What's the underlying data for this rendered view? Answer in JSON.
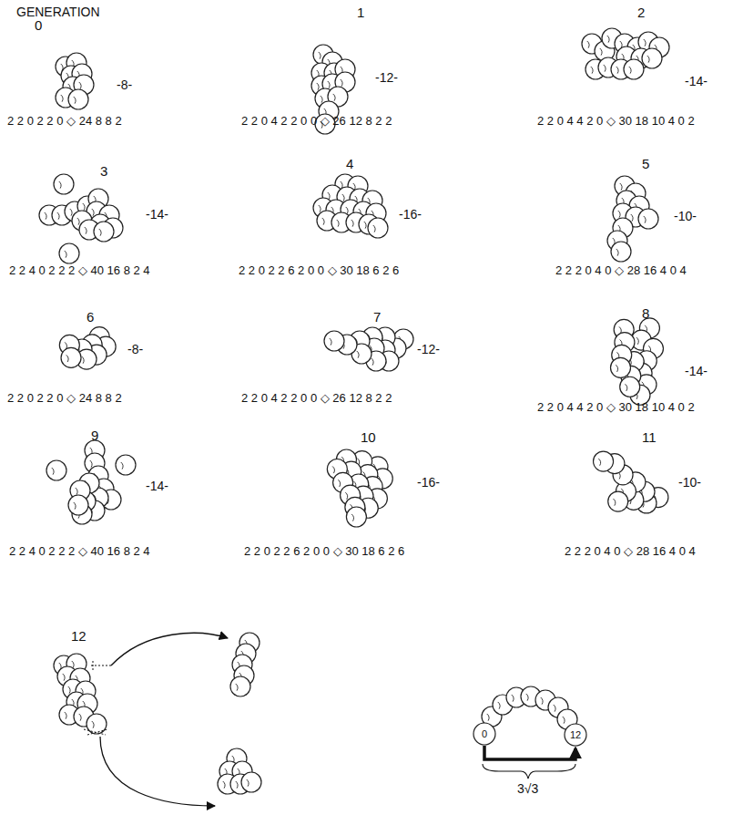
{
  "diagram": {
    "nodes": [
      {
        "text": [
          "0"
        ]
      },
      {
        "text": [
          "12"
        ]
      }
    ],
    "edges": [
      {
        "from": 0,
        "to": 1,
        "arrow": "to"
      }
    ],
    "labels": [
      "GENERATION",
      "0",
      "-8-",
      "2 2 0 2 2 0 ◇ 24 8 8 2",
      "1",
      "-12-",
      "2 2 0 4 2 2 0 0 ◇ 26 12 8 2 2",
      "2",
      "-14-",
      "2 2 0 4 4 2 0 ◇ 30 18 10 4 0 2",
      "3",
      "-14-",
      "2 2 4 0 2 2 2 ◇ 40 16 8 2 4",
      "4",
      "-16-",
      "2 2 0 2 2 6 2 0 0 ◇ 30 18 6 2 6",
      "5",
      "-10-",
      "2 2 2 0 4 0 ◇ 28 16 4 0 4",
      "6",
      "-8-",
      "2 2 0 2 2 0 ◇ 24 8 8 2",
      "7",
      "-12-",
      "2 2 0 4 2 2 0 0 ◇ 26 12 8 2 2",
      "8",
      "-14-",
      "2 2 0 4 4 2 0 ◇ 30 18 10 4 0 2",
      "9",
      "-14-",
      "2 2 4 0 2 2 2 ◇ 40 16 8 2 4",
      "10",
      "-16-",
      "2 2 0 2 2 6 2 0 0 ◇ 30 18 6 2 6",
      "11",
      "-10-",
      "2 2 2 0 4 0 ◇ 28 16 4 0 4",
      "12",
      "3√3"
    ]
  }
}
